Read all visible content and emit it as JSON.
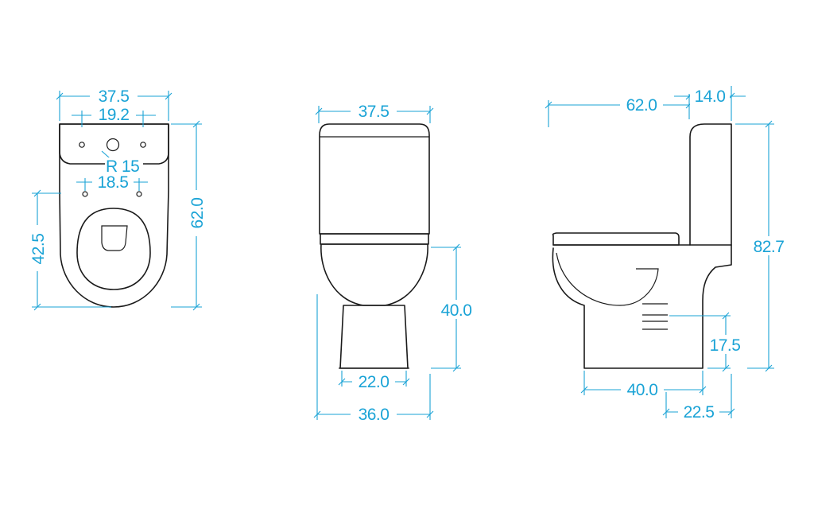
{
  "colors": {
    "dimension": "#1aa3d6",
    "outline": "#1a1a1a",
    "background": "#ffffff"
  },
  "top_view": {
    "overall_width": "37.5",
    "fixing_hole_centres": "19.2",
    "radius_label": "R 15",
    "seat_hole_centres": "18.5",
    "bowl_length": "42.5",
    "overall_depth": "62.0"
  },
  "front_view": {
    "cistern_width": "37.5",
    "pan_height": "40.0",
    "foot_width": "22.0",
    "bowl_width": "36.0"
  },
  "side_view": {
    "projection": "62.0",
    "cistern_depth": "14.0",
    "overall_height": "82.7",
    "outlet_height": "17.5",
    "foot_length": "40.0",
    "outlet_setback": "22.5"
  }
}
